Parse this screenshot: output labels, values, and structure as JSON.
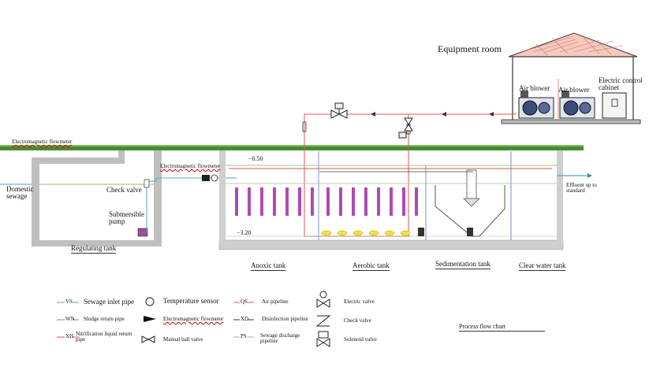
{
  "labels": {
    "equipment_room": "Equipment room",
    "air_blower_1": "Air blower",
    "air_blower_2": "Air blower",
    "electric_control_cabinet": "Electric control cabinet",
    "electromagnetic_flowmeter_1": "Electromagnetic flowmeter",
    "electromagnetic_flowmeter_2": "Electromagnetic flowmeter",
    "domestic_sewage": "Domestic sewage",
    "check_valve": "Check valve",
    "submersible_pump": "Submersible pump",
    "regulating_tank": "Regulating tank",
    "level_top": "−0.50",
    "level_bottom": "−3.20",
    "effluent": "Effluent up to standard",
    "anoxic_tank": "Anoxic tank",
    "aerobic_tank": "Aerobic tank",
    "sedimentation_tank": "Sedimentation tank",
    "clear_water_tank": "Clear water tank",
    "process_flow_chart": "Process flow chart"
  },
  "legend": {
    "codes": {
      "vs": "VS",
      "wn": "WN",
      "xh": "XH",
      "qs": "QS",
      "xd": "XD",
      "ps": "PS"
    },
    "sewage_inlet_pipe": "Sewage inlet pipe",
    "sludge_return_pipe": "Sludge return pipe",
    "nitrification_return_pipe": "Nitrification liquid return pipe",
    "temperature_sensor": "Temperature sensor",
    "electromagnetic_flowmeter": "Electromagnetic flowmeter",
    "manual_ball_valve": "Manual ball valve",
    "air_pipeline": "Air pipeline",
    "disinfection_pipeline": "Disinfection pipeline",
    "sewage_discharge_pipeline": "Sewage discharge pipeline",
    "electric_valve": "Electric valve",
    "check_valve": "Check valve",
    "solenoid_valve": "Solenoid valve"
  },
  "colors": {
    "air_pipeline": "#e05656",
    "sewage_inlet_pipe": "#5aa2c0",
    "ground": "#4a8a32",
    "fillers": "#b14ab4",
    "aeration_discs": "#f2e33c",
    "roof": "#f6c9bd"
  }
}
